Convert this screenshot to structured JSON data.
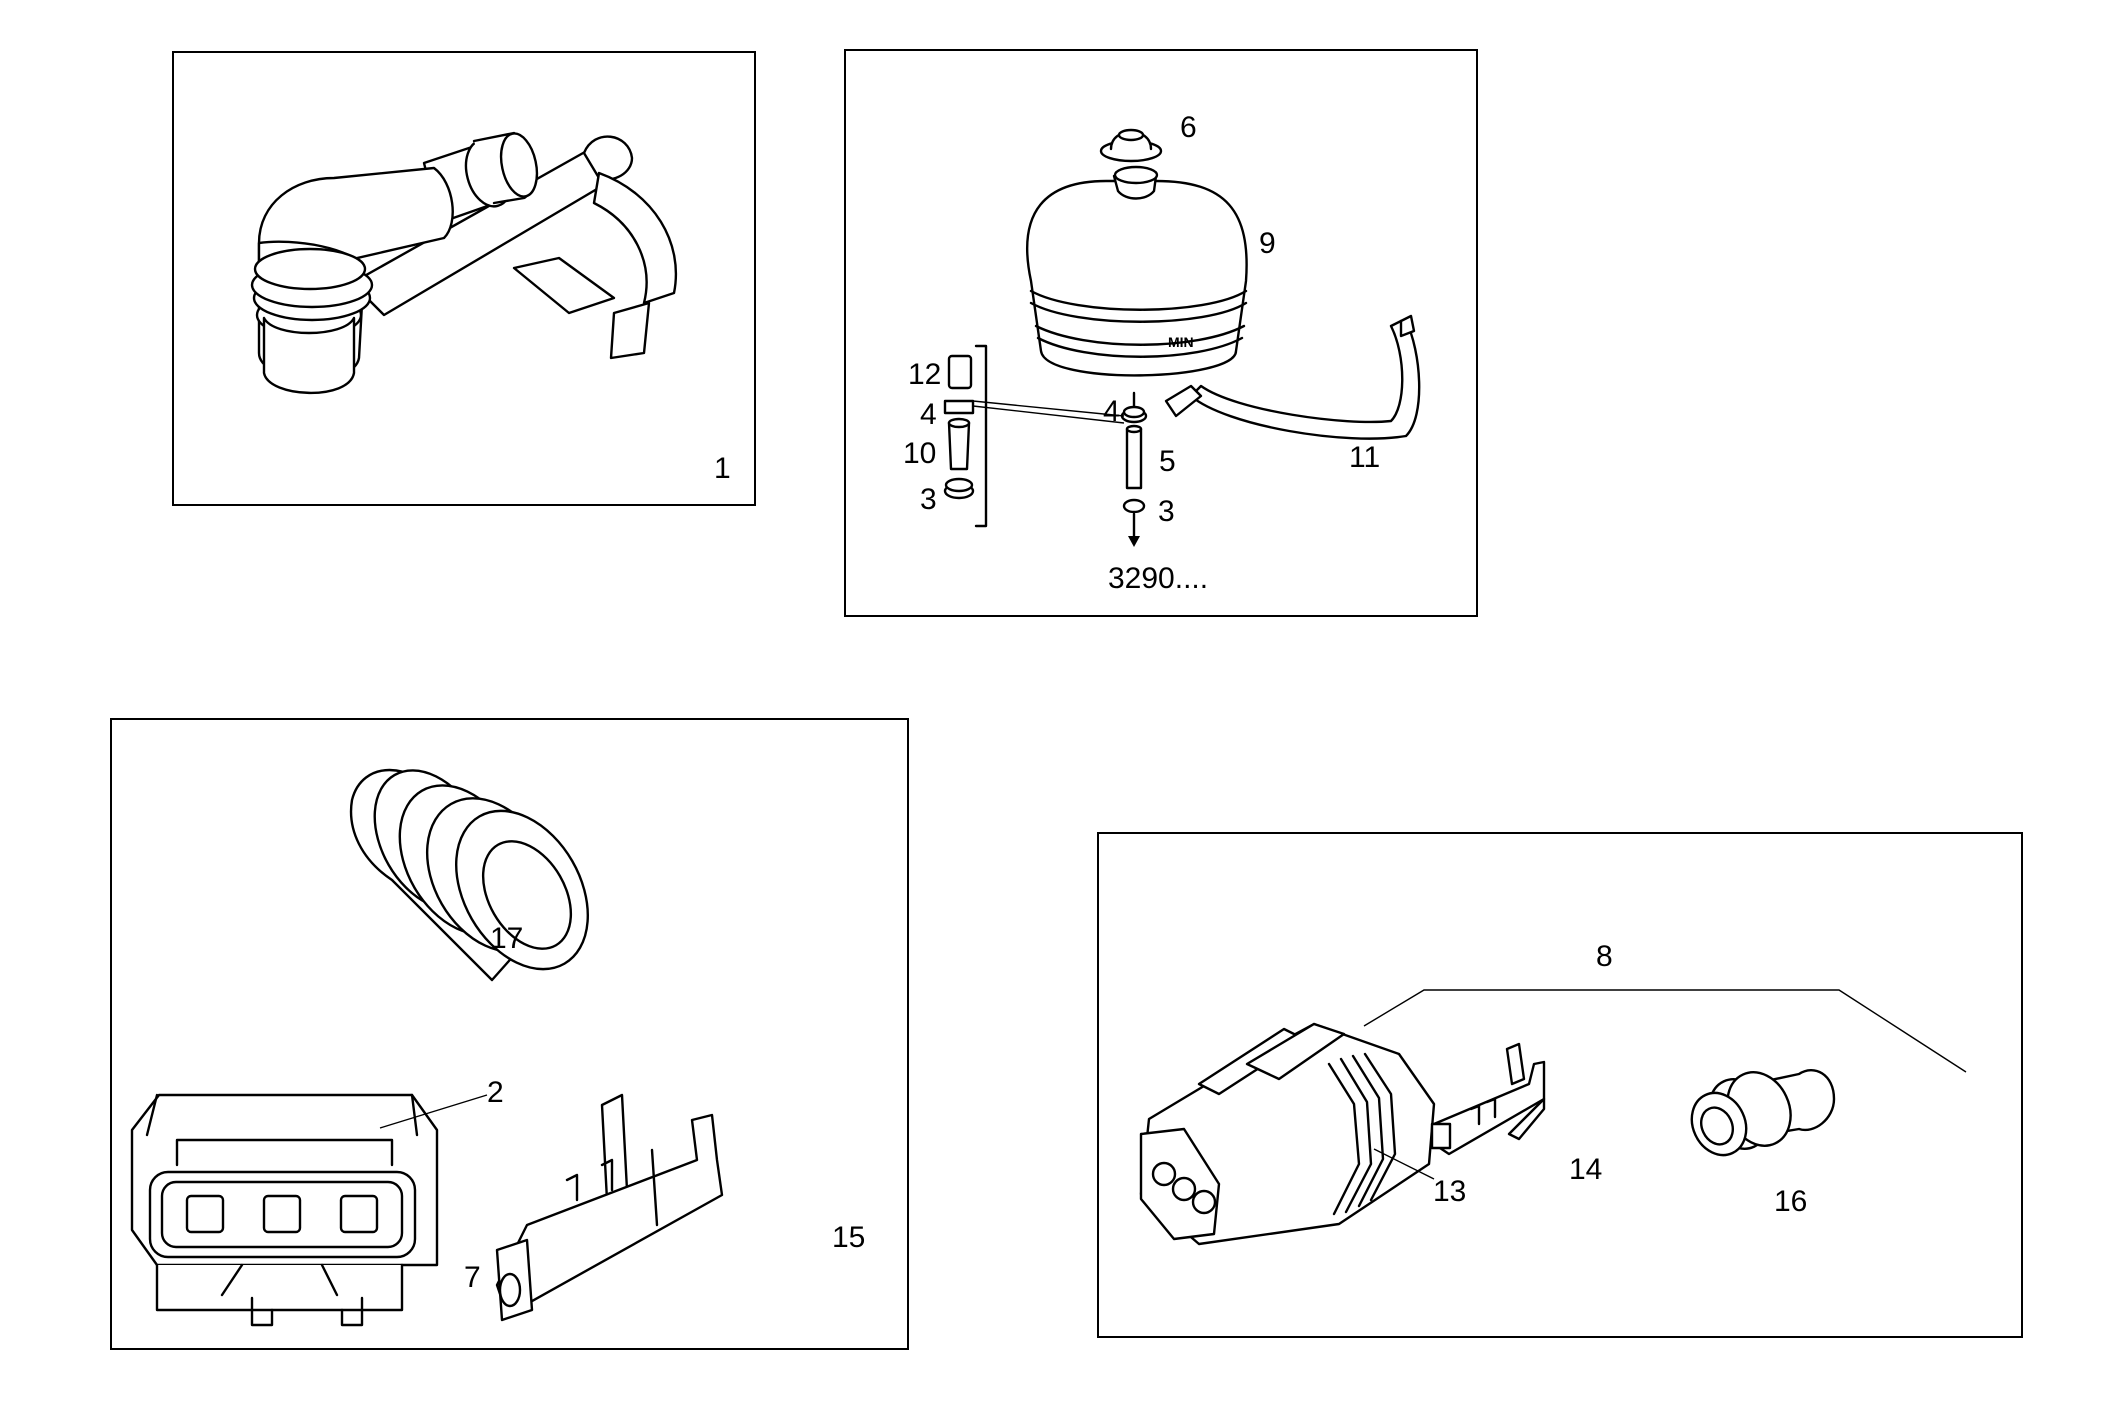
{
  "panels": {
    "panel_1": {
      "callouts": {
        "item_1": "1"
      }
    },
    "panel_2": {
      "callouts": {
        "item_6": "6",
        "item_9": "9",
        "item_12": "12",
        "item_4a": "4",
        "item_4b": "4",
        "item_10": "10",
        "item_5": "5",
        "item_3a": "3",
        "item_3b": "3",
        "item_11": "11"
      },
      "reference": "3290....",
      "tank_mark": "MIN"
    },
    "panel_3": {
      "callouts": {
        "item_17": "17",
        "item_2": "2",
        "item_7": "7",
        "item_15": "15"
      }
    },
    "panel_4": {
      "callouts": {
        "item_8": "8",
        "item_13": "13",
        "item_14": "14",
        "item_16": "16"
      }
    }
  },
  "colors": {
    "line": "#000000",
    "background": "#ffffff"
  }
}
